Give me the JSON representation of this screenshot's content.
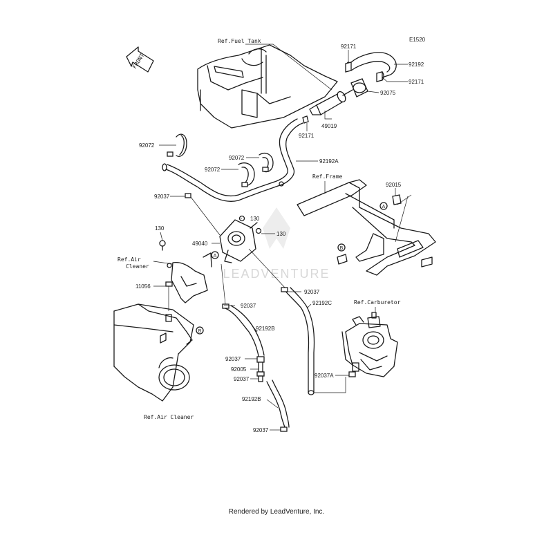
{
  "diagram_code": "E1520",
  "watermark": "LEADVENTURE",
  "footer": "Rendered by LeadVenture, Inc.",
  "front_arrow": "FRONT",
  "refs": {
    "fuel_tank": "Ref.Fuel Tank",
    "frame": "Ref.Frame",
    "air_cleaner_1": "Ref.Air",
    "air_cleaner_2": "Cleaner",
    "air_cleaner_bottom": "Ref.Air Cleaner",
    "carburetor": "Ref.Carburetor"
  },
  "markers": {
    "a": "A",
    "b": "B"
  },
  "parts": {
    "p92171_top": "92171",
    "p92192": "92192",
    "p92171_right": "92171",
    "p92075": "92075",
    "p49019": "49019",
    "p92171_mid": "92171",
    "p92072_a": "92072",
    "p92072_b": "92072",
    "p92072_c": "92072",
    "p92192A": "92192A",
    "p92037_a": "92037",
    "p92015": "92015",
    "p130_a": "130",
    "p130_b": "130",
    "p130_c": "130",
    "p49040": "49040",
    "p11056": "11056",
    "p92037_b": "92037",
    "p92192C": "92192C",
    "p92037_c": "92037",
    "p92192B_a": "92192B",
    "p92037_d": "92037",
    "p92005": "92005",
    "p92037_e": "92037",
    "p92192B_b": "92192B",
    "p92037_f": "92037",
    "p92037A": "92037A"
  }
}
